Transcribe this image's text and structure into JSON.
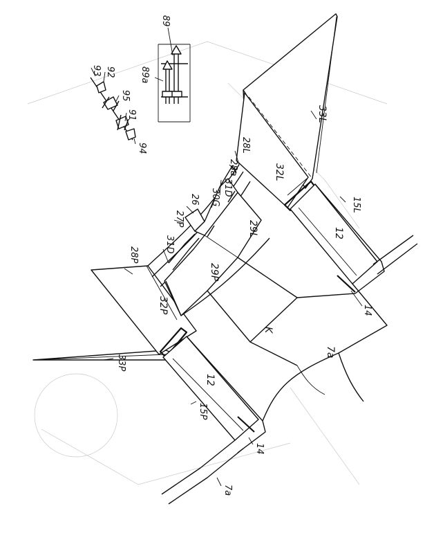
{
  "figure": {
    "labels": {
      "l89": "89",
      "l89a": "89a",
      "l93": "93",
      "l92": "92",
      "l95": "95",
      "l91": "91",
      "l94": "94",
      "l33L": "33L",
      "l28L": "28L",
      "l28a": "28a",
      "l32L": "32L",
      "l31D_top": "31D",
      "l30G": "30G",
      "l26": "26",
      "l27P": "27P",
      "l29L": "29L",
      "l31D_left": "31D",
      "l28P": "28P",
      "l29P": "29P",
      "l32P": "32P",
      "l12_right": "12",
      "l15L": "15L",
      "lK": "K",
      "l7a_right": "7a",
      "l14_right": "14",
      "l33P": "33P",
      "l12_left": "12",
      "l15P": "15P",
      "l14_left": "14",
      "l7a_left": "7a"
    }
  }
}
